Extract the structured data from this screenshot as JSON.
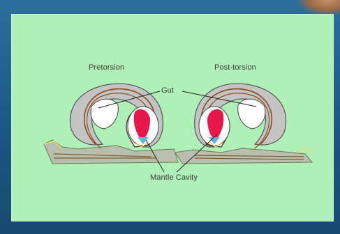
{
  "labels": {
    "pretorsion": "Pretorsion",
    "posttorsion": "Post-torsion",
    "gut": "Gut",
    "mantle_cavity": "Mantle Cavity"
  },
  "colors": {
    "background": "#1e5a86",
    "panel": "#aff0b8",
    "shell": "#c4c4c4",
    "foot": "#b9bfae",
    "gut_outline": "#8a4b1c",
    "gill_red": "#e8184a",
    "gill_blue": "#6ab0d8"
  }
}
